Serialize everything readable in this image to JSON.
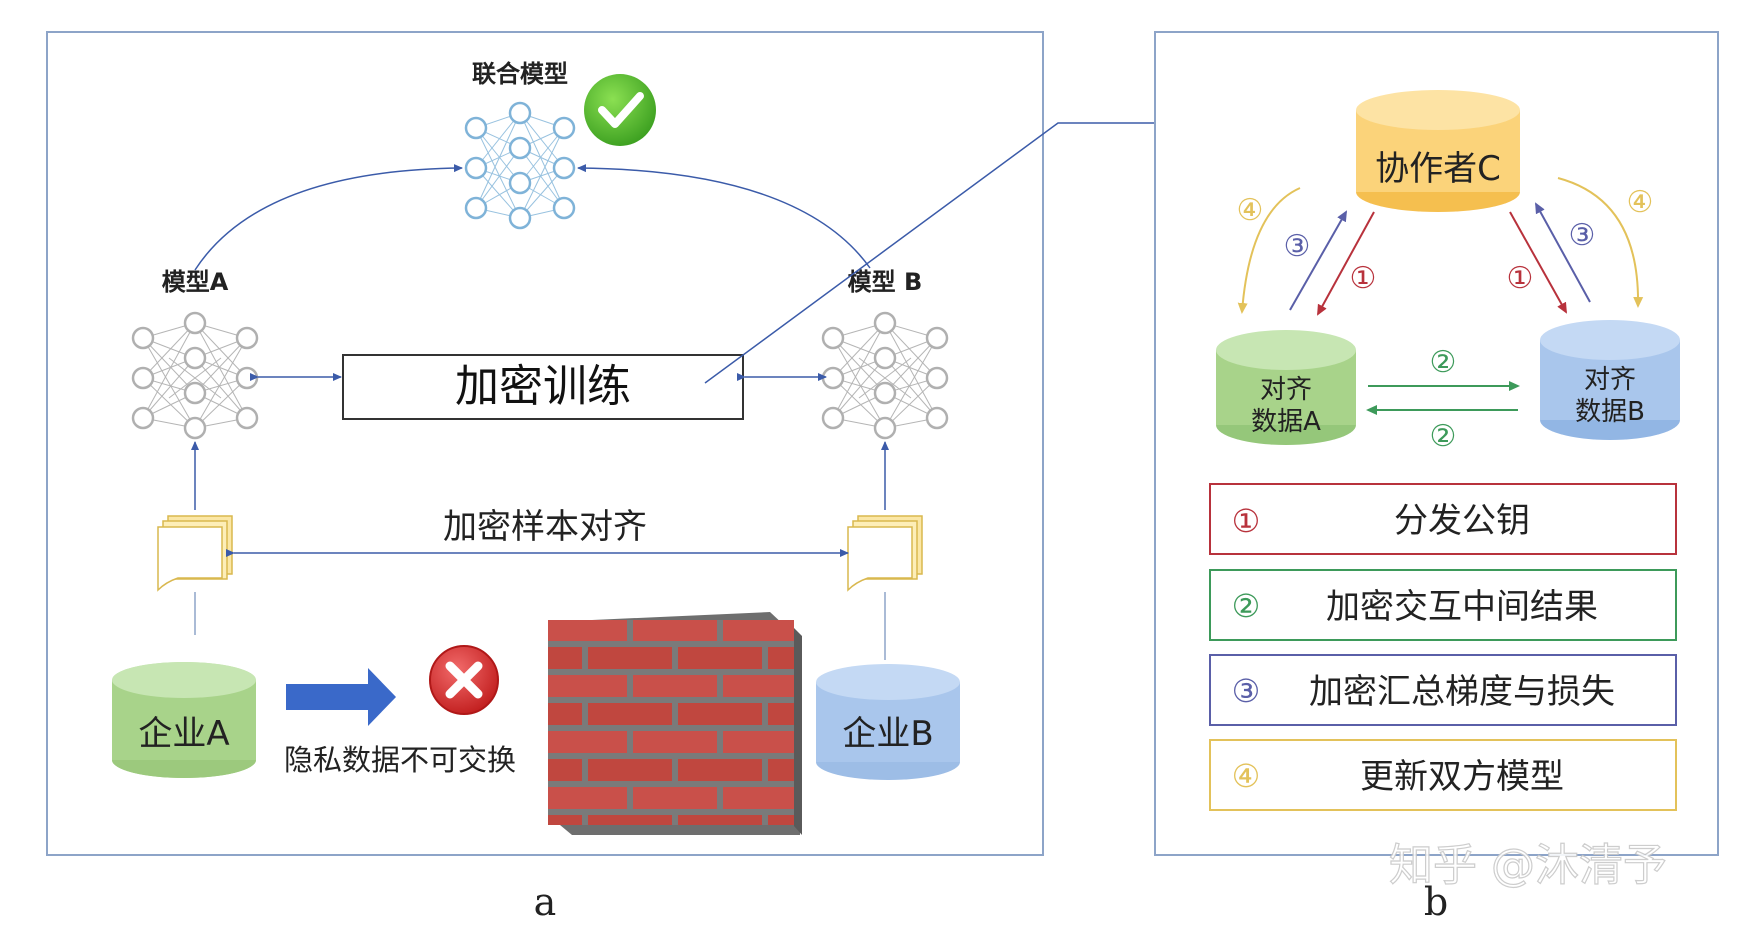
{
  "panel_a": {
    "caption": "a",
    "joint_model_label": "联合模型",
    "model_a_label": "模型A",
    "model_b_label": "模型 B",
    "encrypted_training_label": "加密训练",
    "sample_alignment_label": "加密样本对齐",
    "company_a_label": "企业A",
    "company_b_label": "企业B",
    "privacy_label": "隐私数据不可交换"
  },
  "panel_b": {
    "caption": "b",
    "coordinator_label": "协作者C",
    "aligned_a_line1": "对齐",
    "aligned_a_line2": "数据A",
    "aligned_b_line1": "对齐",
    "aligned_b_line2": "数据B",
    "step_markers": {
      "one": "①",
      "two": "②",
      "three": "③",
      "four": "④"
    },
    "legend": [
      {
        "marker": "①",
        "text": "分发公钥",
        "color": "#b8323c"
      },
      {
        "marker": "②",
        "text": "加密交互中间结果",
        "color": "#3d9a5a"
      },
      {
        "marker": "③",
        "text": "加密汇总梯度与损失",
        "color": "#5a5fa8"
      },
      {
        "marker": "④",
        "text": "更新双方模型",
        "color": "#e3c25a"
      }
    ]
  },
  "watermark": "知乎 @沐清予",
  "colors": {
    "frame": "#8da4c8",
    "arrow_blue": "#3b5ba9",
    "red_arrow": "#b8323c",
    "green_arrow": "#3d9a5a",
    "purple_arrow": "#5a5fa8",
    "yellow_arrow": "#e3c25a",
    "db_green": "#a8d38a",
    "db_blue": "#a9c6ec",
    "db_yellow": "#fbd37a"
  }
}
